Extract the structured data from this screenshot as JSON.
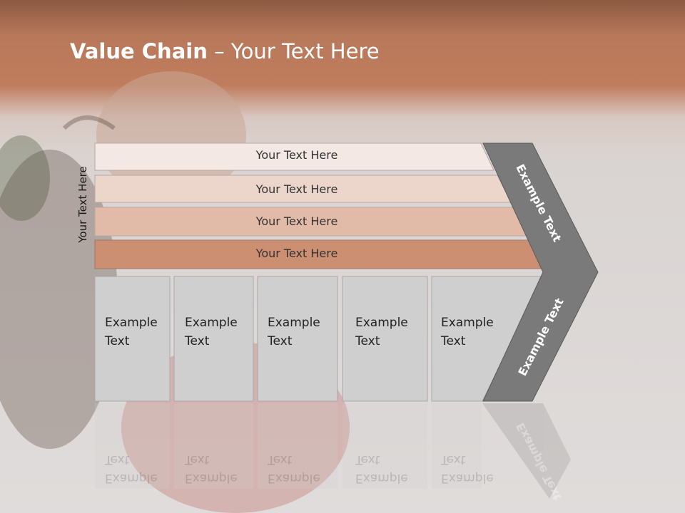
{
  "title": {
    "bold": "Value Chain",
    "rest": " – Your Text Here"
  },
  "side_label": "Your Text Here",
  "rows": [
    {
      "label": "Your Text Here",
      "color": "#f3e8e3"
    },
    {
      "label": "Your Text Here",
      "color": "#ecd6cb"
    },
    {
      "label": "Your Text Here",
      "color": "#e2bba8"
    },
    {
      "label": "Your Text Here",
      "color": "#cd8f72"
    }
  ],
  "boxes": [
    {
      "line1": "Example",
      "line2": "Text"
    },
    {
      "line1": "Example",
      "line2": "Text"
    },
    {
      "line1": "Example",
      "line2": "Text"
    },
    {
      "line1": "Example",
      "line2": "Text"
    },
    {
      "line1": "Example",
      "line2": "Text"
    }
  ],
  "chevron": {
    "upper": "Example Text",
    "lower": "Example Text",
    "color": "#7a7a7a"
  },
  "box_color": "#cfcfcf"
}
